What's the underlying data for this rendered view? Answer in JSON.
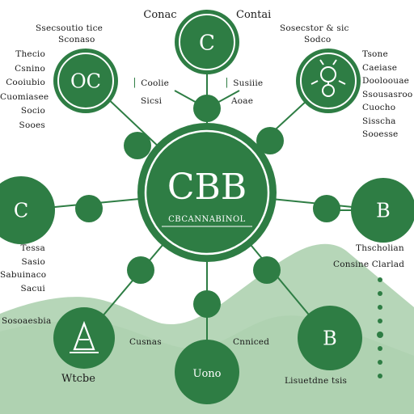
{
  "colors": {
    "primary": "#2e7d44",
    "dark": "#1f6a35",
    "light": "#a9cfac",
    "ring": "#ffffff",
    "text": "#1a1a1a"
  },
  "center": {
    "title": "CBB",
    "subtitle": "CBCANNABINOL"
  },
  "nodes": {
    "top": {
      "letter": "C",
      "label": "Cona"
    },
    "top_left": {
      "letter": "OC"
    },
    "top_right": {
      "icon": "molecule-icon"
    },
    "left": {
      "letter": "C"
    },
    "right": {
      "letter": "B"
    },
    "bottom_left": {
      "icon": "flask-icon"
    },
    "bottom_right": {
      "letter": "B"
    },
    "bottom": {
      "label": "Uono"
    }
  },
  "labels": {
    "top_left_head": [
      "Ssecsoutio tice",
      "Sconaso"
    ],
    "top_center": "Conac",
    "top_right_head": [
      "Contai",
      "Sosecstor & sic",
      "Sodco"
    ],
    "left_upper": [
      "Thecio",
      "Csnino",
      "Cooiubio",
      "Cuomiasee",
      "Socio",
      "Sooes"
    ],
    "left_lower": [
      "Tessa",
      "Sasio",
      "Sabuinaco",
      "Sacui"
    ],
    "left_bottom_note": "Sosoaesbia",
    "mid_left_col1": [
      "Coolie",
      "Sicsi"
    ],
    "mid_left_col2": [
      "Susiiie",
      "Aoae"
    ],
    "right_upper": [
      "Tsone",
      "Caeiase",
      "Dooloouae",
      "Ssousasroo",
      "Cuocho",
      "Sisscha",
      "Sooesse"
    ],
    "right_lower": [
      "Thscholian",
      "Consine Clarlad"
    ],
    "bottom_left_name": "Wtcbe",
    "bottom_center_left": "Cusnas",
    "bottom_center_right": "Cnniced",
    "bottom_right_note": "Lisuetdne tsis"
  },
  "legend_dots": 8
}
